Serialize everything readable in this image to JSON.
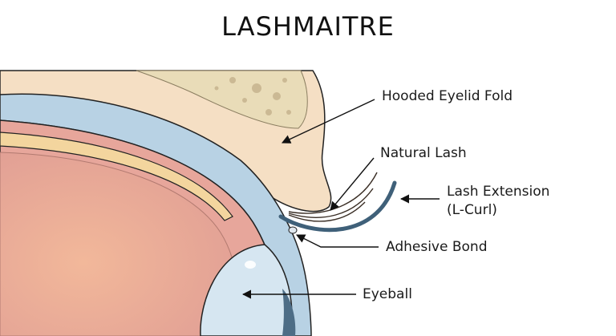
{
  "title": "LASHMAITRE",
  "labels": {
    "hooded_eyelid_fold": "Hooded Eyelid Fold",
    "natural_lash": "Natural Lash",
    "lash_extension_line1": "Lash Extension",
    "lash_extension_line2": "(L-Curl)",
    "adhesive_bond": "Adhesive Bond",
    "eyeball": "Eyeball"
  },
  "colors": {
    "skin": "#f5dfc4",
    "bone": "#e9dcb8",
    "bone_spots": "#cbb994",
    "conjunctiva_blue": "#b8d2e4",
    "inner_pink": "#e7a69b",
    "fat_yellow": "#f3d59e",
    "eyeball": "#d6e6f1",
    "lash_extension": "#3f6079",
    "outline": "#222222"
  }
}
